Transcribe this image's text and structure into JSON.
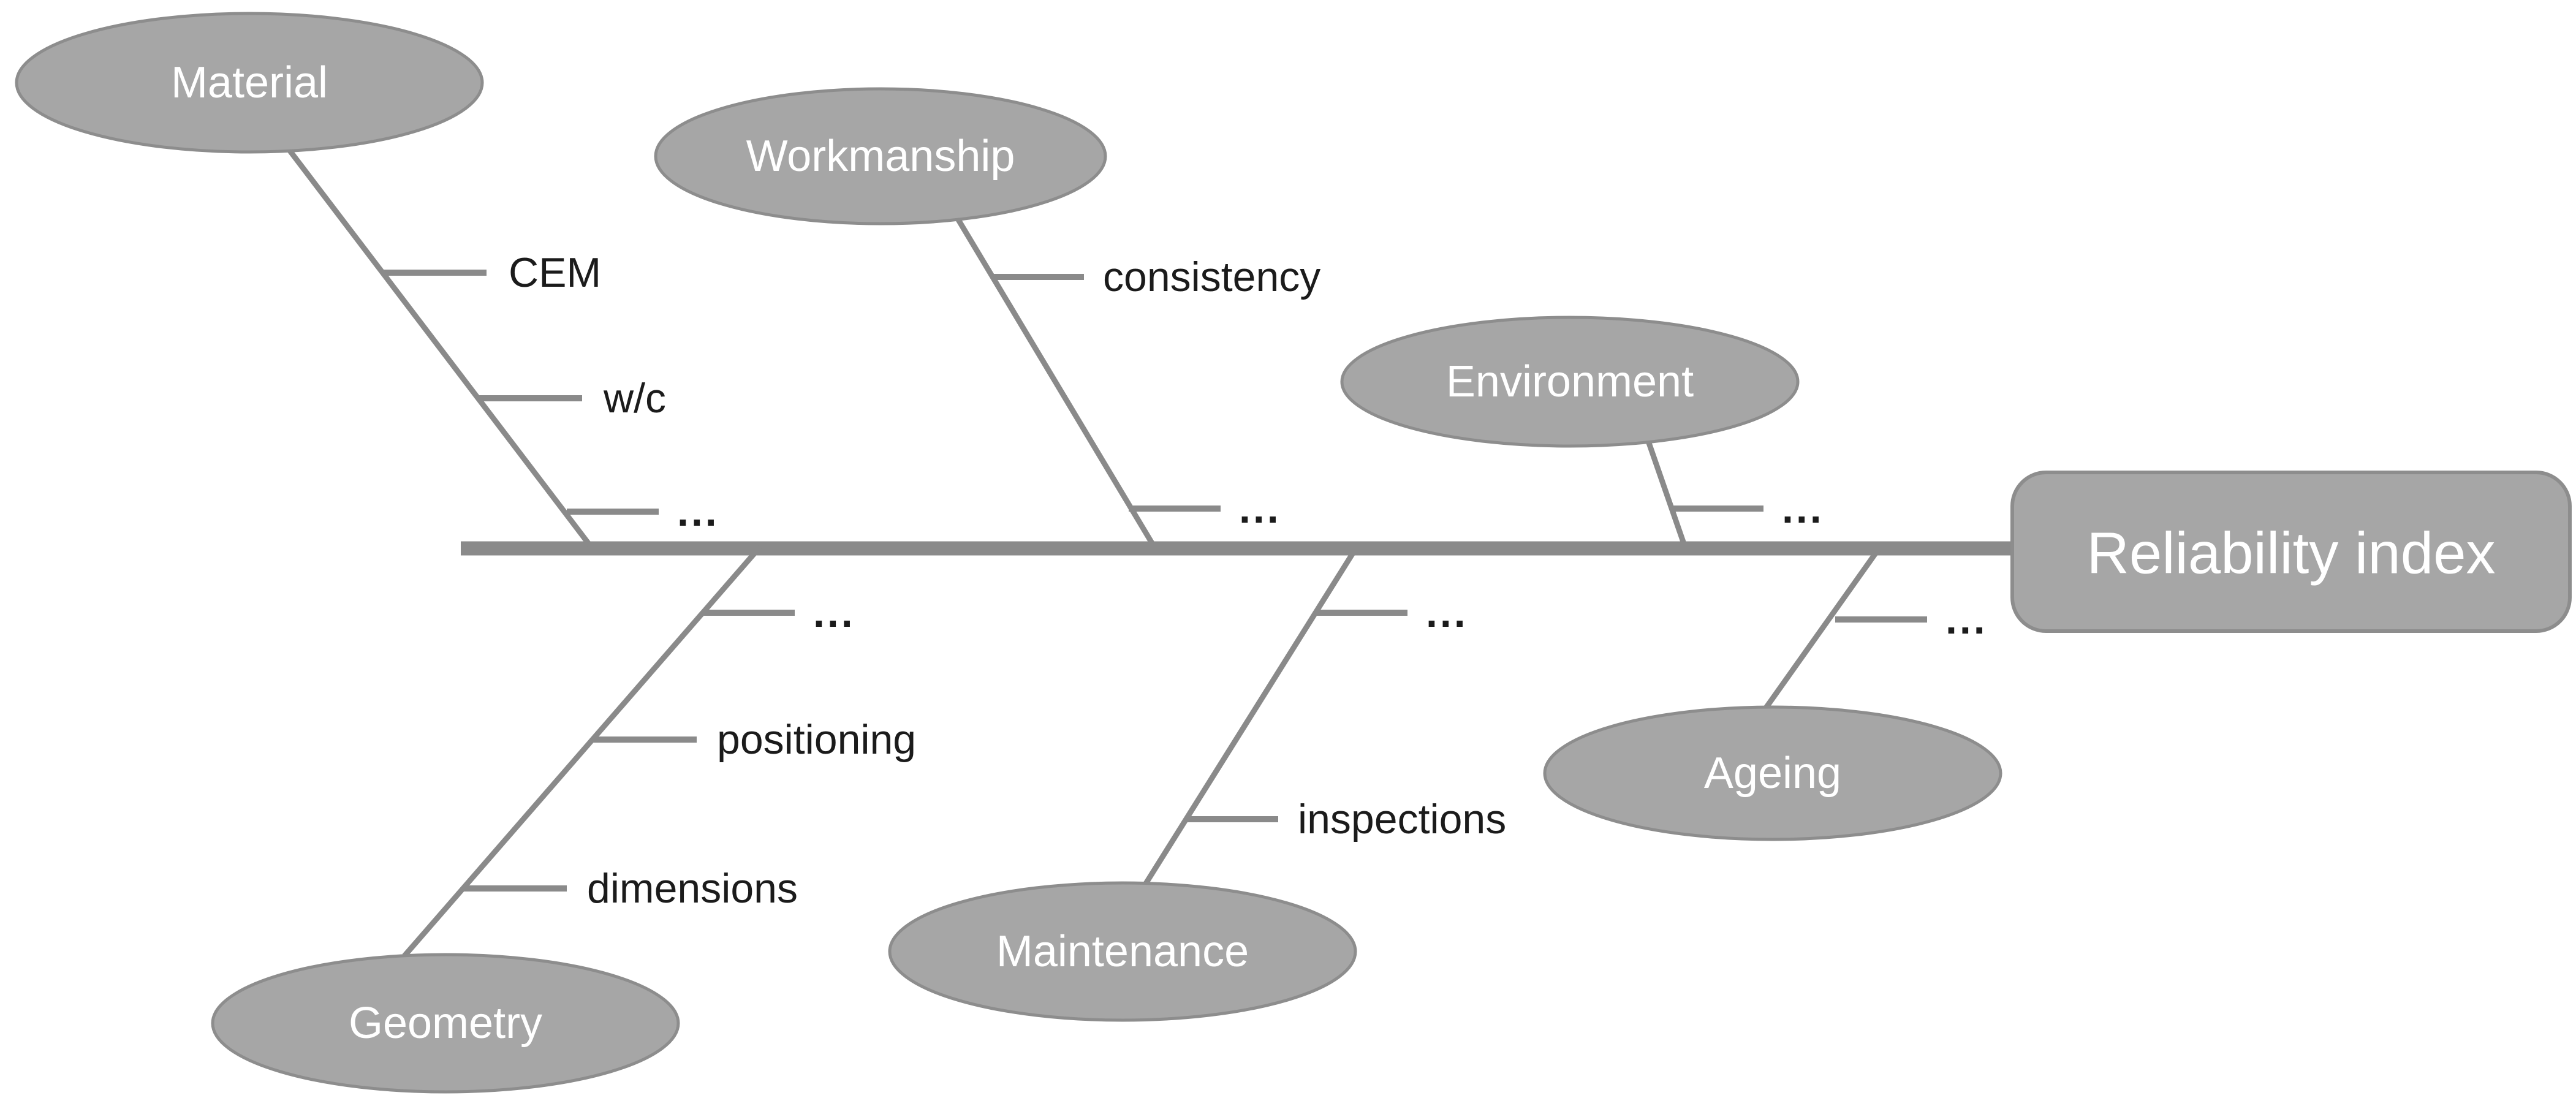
{
  "fishbone": {
    "type": "cause-and-effect diagram",
    "effect": "Reliability index",
    "branches": [
      {
        "label": "Material",
        "side": "top",
        "causes": [
          "CEM",
          "w/c",
          "..."
        ]
      },
      {
        "label": "Workmanship",
        "side": "top",
        "causes": [
          "consistency",
          "..."
        ]
      },
      {
        "label": "Environment",
        "side": "top",
        "causes": [
          "..."
        ]
      },
      {
        "label": "Geometry",
        "side": "bottom",
        "causes": [
          "...",
          "positioning",
          "dimensions"
        ]
      },
      {
        "label": "Maintenance",
        "side": "bottom",
        "causes": [
          "...",
          "inspections"
        ]
      },
      {
        "label": "Ageing",
        "side": "bottom",
        "causes": [
          "..."
        ]
      }
    ],
    "colors": {
      "node_fill": "#a6a6a6",
      "node_border": "#8d8d8d",
      "bone_line": "#8a8a8a",
      "node_text": "#ffffff",
      "cause_text": "#1b1b1b",
      "background": "#ffffff"
    }
  }
}
